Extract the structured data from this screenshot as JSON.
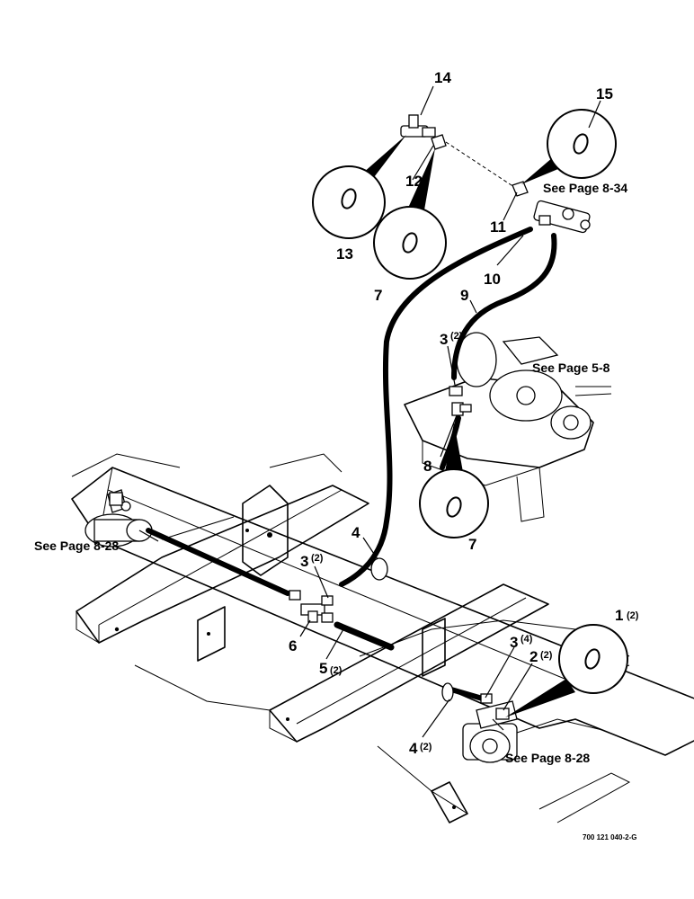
{
  "callouts": {
    "c1": "1",
    "c1_qty": "(2)",
    "c2": "2",
    "c2_qty": "(2)",
    "c3a": "3",
    "c3a_qty": "(2)",
    "c3b": "3",
    "c3b_qty": "(2)",
    "c3c": "3",
    "c3c_qty": "(4)",
    "c4a": "4",
    "c4b": "4",
    "c4b_qty": "(2)",
    "c5": "5",
    "c5_qty": "(2)",
    "c6": "6",
    "c7a": "7",
    "c7b": "7",
    "c8": "8",
    "c9": "9",
    "c10": "10",
    "c11": "11",
    "c12": "12",
    "c13": "13",
    "c14": "14",
    "c15": "15"
  },
  "references": {
    "see_8_34": "See Page 8-34",
    "see_5_8": "See Page 5-8",
    "see_8_28_left": "See Page 8-28",
    "see_8_28_right": "See Page 8-28"
  },
  "drawing_code": "700 121 040-2-G",
  "icons": [
    "o-ring-icon",
    "hydraulic-hose",
    "tee-fitting",
    "elbow-fitting",
    "hose-clamp",
    "valve-block",
    "cylinder",
    "pump"
  ]
}
